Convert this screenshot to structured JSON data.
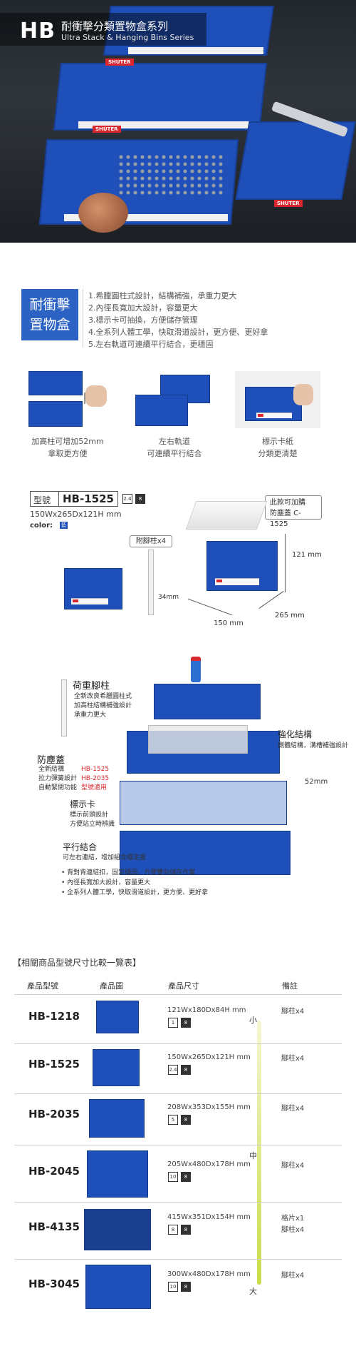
{
  "hero": {
    "badge": "HB",
    "title_zh": "耐衝擊分類置物盒系列",
    "title_en": "Ultra Stack & Hanging Bins Series",
    "brand": "SHUTER"
  },
  "features": {
    "badge_line1": "耐衝擊",
    "badge_line2": "置物盒",
    "items": [
      "1.希臘圓柱式設計，結構補強，承重力更大",
      "2.內徑長寬加大設計，容量更大",
      "3.標示卡可抽換，方便儲存管理",
      "4.全系列人體工學，快取滑道設計，更方便、更好拿",
      "5.左右軌道可連續平行結合，更穩固"
    ]
  },
  "photos": [
    {
      "line1": "加高柱可增加52mm",
      "line2": "拿取更方便"
    },
    {
      "line1": "左右軌道",
      "line2": "可連續平行結合"
    },
    {
      "line1": "標示卡紙",
      "line2": "分類更清楚"
    }
  ],
  "spec": {
    "model_label": "型號",
    "model": "HB-1525",
    "dims": "150Wx265Dx121H mm",
    "color_label": "color:",
    "color_swatch": "藍",
    "color_hex": "#1f4fb8",
    "icon_load": "2.4",
    "icon_stack": "8",
    "lid_line1": "此款可加購",
    "lid_line2": "防塵蓋 C-1525",
    "post_label": "附腳柱x4",
    "post_dim": "34mm",
    "h_dim": "121 mm",
    "w_dim": "150 mm",
    "d_dim": "265 mm"
  },
  "diagram": {
    "load_title": "荷重腳柱",
    "load_desc": [
      "全新改良希臘圓柱式",
      "加高柱結構補強設計",
      "承重力更大"
    ],
    "reinforce_title": "強化結構",
    "reinforce_desc": "側體結構，溝槽補強設計",
    "lid_title": "防塵蓋",
    "lid_desc": [
      "全新結構",
      "拉力彈簧設計",
      "自動緊閉功能"
    ],
    "lid_models": [
      "HB-1525",
      "HB-2035",
      "型號適用"
    ],
    "gap_dim": "52mm",
    "card_title": "標示卡",
    "card_desc": [
      "標示前頭設計",
      "方便站立時辨識"
    ],
    "parallel_title": "平行結合",
    "parallel_desc": "可左右連結，增加組合穩定度",
    "bullets": [
      "背對背連結扣，固定穩固，方便雙向儲存作業",
      "內徑長寬加大設計，容量更大",
      "全系列人體工學，快取滑道設計，更方便、更好拿"
    ]
  },
  "table": {
    "title": "【相關商品型號尺寸比較一覽表】",
    "headers": [
      "產品型號",
      "產品圖",
      "產品尺寸",
      "備註"
    ],
    "size_labels": [
      "小",
      "中",
      "大"
    ],
    "rows": [
      {
        "model": "HB-1218",
        "dims": "121Wx180Dx84H mm",
        "note1": "腳柱x4",
        "note2": "",
        "load": "1",
        "stack": "8"
      },
      {
        "model": "HB-1525",
        "dims": "150Wx265Dx121H mm",
        "note1": "腳柱x4",
        "note2": "",
        "load": "2.4",
        "stack": "8"
      },
      {
        "model": "HB-2035",
        "dims": "208Wx353Dx155H mm",
        "note1": "腳柱x4",
        "note2": "",
        "load": "5",
        "stack": "8"
      },
      {
        "model": "HB-2045",
        "dims": "205Wx480Dx178H mm",
        "note1": "腳柱x4",
        "note2": "",
        "load": "10",
        "stack": "8"
      },
      {
        "model": "HB-4135",
        "dims": "415Wx351Dx154H mm",
        "note1": "格片x1",
        "note2": "腳柱x4",
        "load": "8",
        "stack": "8"
      },
      {
        "model": "HB-3045",
        "dims": "300Wx480Dx178H mm",
        "note1": "腳柱x4",
        "note2": "",
        "load": "10",
        "stack": "8"
      }
    ]
  }
}
